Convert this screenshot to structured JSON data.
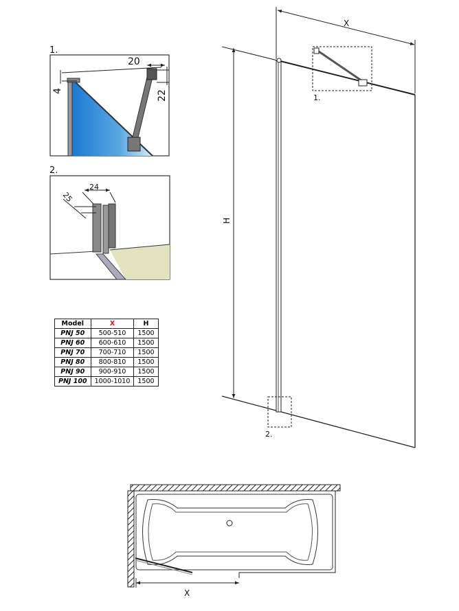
{
  "detail1": {
    "label": "1.",
    "dim_top": "20",
    "dim_left": "4",
    "dim_right": "22"
  },
  "detail2": {
    "label": "2.",
    "dim_depth": "25",
    "dim_width": "24"
  },
  "table": {
    "headers": [
      "Model",
      "X",
      "H"
    ],
    "rows": [
      [
        "PNJ 50",
        "500-510",
        "1500"
      ],
      [
        "PNJ 60",
        "600-610",
        "1500"
      ],
      [
        "PNJ 70",
        "700-710",
        "1500"
      ],
      [
        "PNJ 80",
        "800-810",
        "1500"
      ],
      [
        "PNJ 90",
        "900-910",
        "1500"
      ],
      [
        "PNJ 100",
        "1000-1010",
        "1500"
      ]
    ]
  },
  "elevation": {
    "width_label": "X",
    "height_label": "H",
    "callout1": "1.",
    "callout2": "2."
  },
  "plan": {
    "width_label": "X"
  },
  "colors": {
    "accent_red": "#e8141c",
    "glass_blue": "#1f7fd6",
    "floor": "#e3e3bf"
  }
}
